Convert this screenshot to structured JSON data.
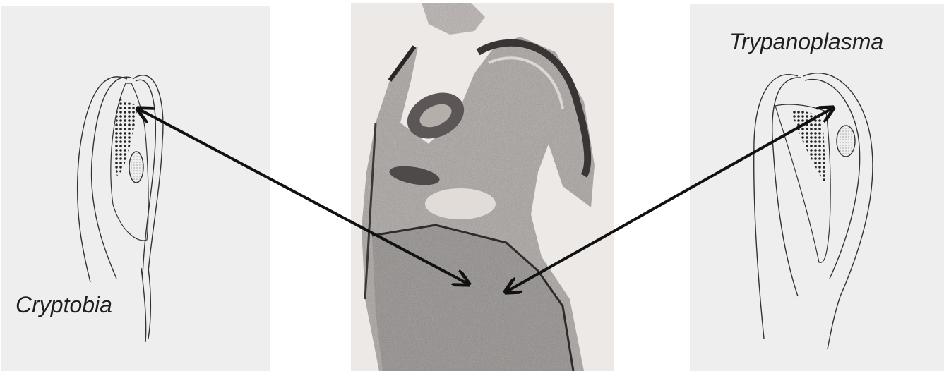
{
  "figure": {
    "left_label": "Cryptobia",
    "right_label": "Trypanoplasma"
  },
  "colors": {
    "panel_background": "#eeeeef",
    "micrograph_tone": "#8a8583",
    "arrow": "#111111",
    "line_drawing": "#333333"
  },
  "elements": {
    "left_drawing": "cryptobia-cell-drawing",
    "center_image": "electron-micrograph",
    "right_drawing": "trypanoplasma-cell-drawing",
    "arrows": [
      "double-headed-arrow",
      "double-headed-arrow"
    ]
  }
}
